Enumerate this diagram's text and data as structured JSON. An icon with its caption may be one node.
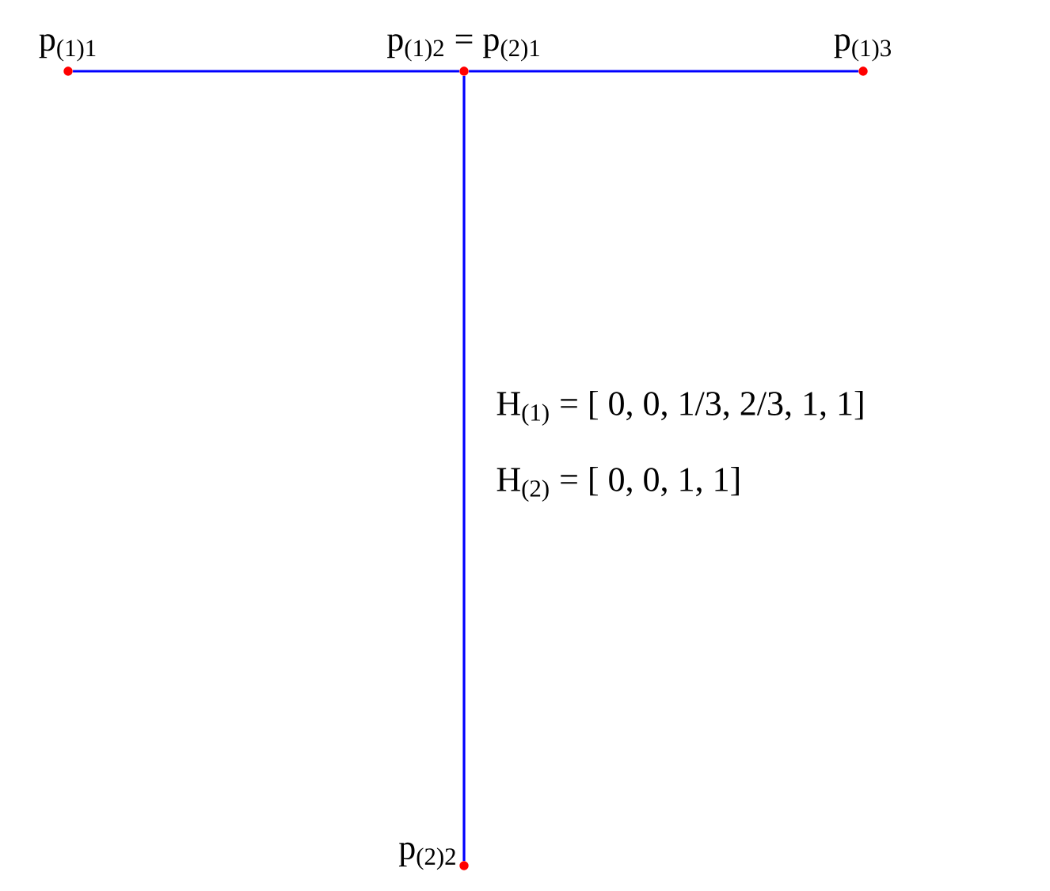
{
  "diagram": {
    "nodes": [
      {
        "text": [
          "p$_{(1)1}$"
        ]
      },
      {
        "text": [
          "p$_{(1)2}$ = p$_{(2)1}$"
        ]
      },
      {
        "text": [
          "p$_{(1)3}$"
        ]
      },
      {
        "text": [
          "p$_{(2)2}$"
        ]
      }
    ],
    "edges": [
      {
        "from": 0,
        "to": 1,
        "arrow": "none"
      },
      {
        "from": 1,
        "to": 2,
        "arrow": "none"
      },
      {
        "from": 1,
        "to": 3,
        "arrow": "none"
      }
    ],
    "labels": [
      "H$_{(1)}$ = [ 0, 0, 1/3, 2/3, 1, 1]",
      "H$_{(2)}$ = [ 0, 0, 1, 1]"
    ]
  }
}
